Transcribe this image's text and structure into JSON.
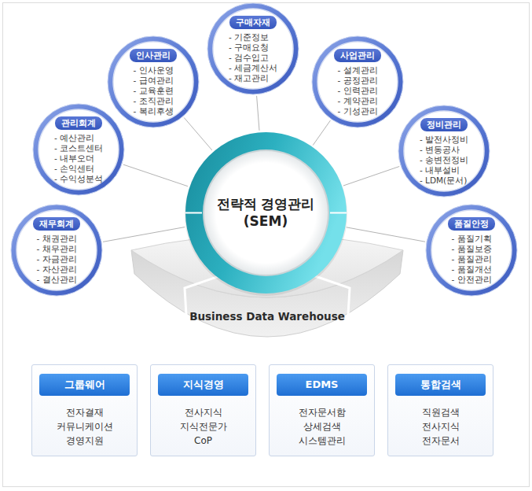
{
  "diagram": {
    "nodes": [
      {
        "text": [
          "구매자재",
          "- 기준정보",
          "- 구매요청",
          "- 검수입고",
          "- 세금계산서",
          "- 재고관리"
        ]
      },
      {
        "text": [
          "인사관리",
          "- 인사운영",
          "- 급여관리",
          "- 교육훈련",
          "- 조직관리",
          "- 복리후생"
        ]
      },
      {
        "text": [
          "사업관리",
          "- 설계관리",
          "- 공정관리",
          "- 인력관리",
          "- 계약관리",
          "- 기성관리"
        ]
      },
      {
        "text": [
          "관리회계",
          "- 예산관리",
          "- 코스트센터",
          "- 내부오더",
          "- 손익센터",
          "- 수익성분석"
        ]
      },
      {
        "text": [
          "정비관리",
          "- 발전사정비",
          "- 변동공사",
          "- 송변전정비",
          "- 내부설비",
          "- LDM(문서)"
        ]
      },
      {
        "text": [
          "전략적 경영관리 (SEM)"
        ]
      },
      {
        "text": [
          "재무회계",
          "- 채권관리",
          "- 채무관리",
          "- 자금관리",
          "- 자산관리",
          "- 결산관리"
        ]
      },
      {
        "text": [
          "품질안정",
          "- 품질기획",
          "- 품질보증",
          "- 품질관리",
          "- 품질개선",
          "- 안전관리"
        ]
      },
      {
        "text": [
          "Business Data Warehouse"
        ]
      },
      {
        "text": [
          "그룹웨어",
          "전자결재",
          "커뮤니케이션",
          "경영지원"
        ]
      },
      {
        "text": [
          "지식경영",
          "전사지식",
          "지식전문가",
          "CoP"
        ]
      },
      {
        "text": [
          "EDMS",
          "전자문서함",
          "상세검색",
          "시스템관리"
        ]
      },
      {
        "text": [
          "통합검색",
          "직원검색",
          "전사지식",
          "전자문서"
        ]
      }
    ],
    "edges": [
      {
        "from": 5,
        "to": 0,
        "arrow": "none"
      },
      {
        "from": 5,
        "to": 1,
        "arrow": "none"
      },
      {
        "from": 5,
        "to": 2,
        "arrow": "none"
      },
      {
        "from": 5,
        "to": 3,
        "arrow": "none"
      },
      {
        "from": 5,
        "to": 4,
        "arrow": "none"
      },
      {
        "from": 5,
        "to": 6,
        "arrow": "none"
      },
      {
        "from": 5,
        "to": 7,
        "arrow": "none"
      }
    ]
  }
}
